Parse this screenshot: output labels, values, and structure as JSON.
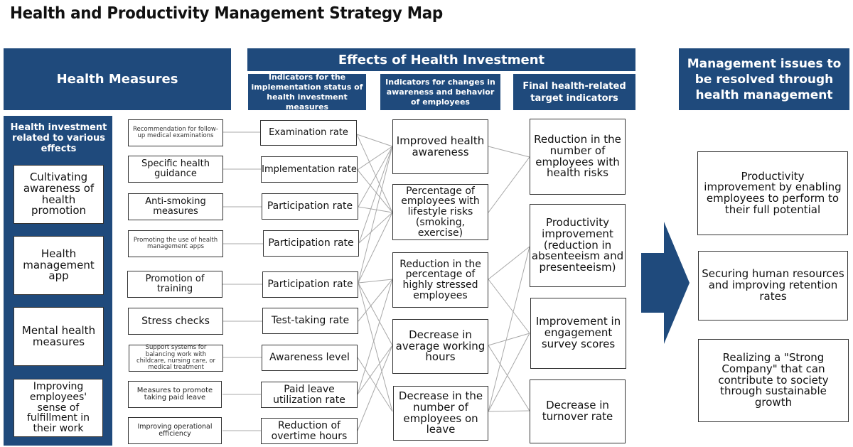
{
  "title": "Health and Productivity Management Strategy Map",
  "headers": {
    "health_measures": "Health Measures",
    "effects": "Effects of Health Investment",
    "implementation_indicators": "Indicators for the implementation status of health investment measures",
    "behavior_indicators": "Indicators for changes in awareness and behavior of employees",
    "final_indicators": "Final health-related target indicators",
    "management_issues": "Management issues to be resolved through health management"
  },
  "sidebar": {
    "title": "Health investment related to various effects",
    "items": [
      "Cultivating awareness of health promotion",
      "Health management app",
      "Mental health measures",
      "Improving employees' sense of fulfillment in their work"
    ]
  },
  "measures": [
    "Recommendation for follow-up medical examinations",
    "Specific health guidance",
    "Anti-smoking measures",
    "Promoting the use of health management apps",
    "Promotion of training",
    "Stress checks",
    "Support systems for balancing work with childcare, nursing care, or medical treatment",
    "Measures to promote taking paid leave",
    "Improving operational efficiency"
  ],
  "implementation_indicators": [
    "Examination rate",
    "Implementation rate",
    "Participation rate",
    "Participation rate",
    "Participation rate",
    "Test-taking rate",
    "Awareness level",
    "Paid leave utilization rate",
    "Reduction of overtime hours"
  ],
  "behavior_indicators": [
    "Improved health awareness",
    "Percentage of employees with lifestyle risks (smoking, exercise)",
    "Reduction in the percentage of highly stressed employees",
    "Decrease in average working hours",
    "Decrease in the number of employees on leave"
  ],
  "final_indicators": [
    "Reduction in the number of employees with health risks",
    "Productivity improvement (reduction in absenteeism and presenteeism)",
    "Improvement in engagement survey scores",
    "Decrease in turnover rate"
  ],
  "management_issues": [
    "Productivity improvement by enabling employees to perform to their full potential",
    "Securing human resources and improving retention rates",
    "Realizing a \"Strong Company\" that can contribute to society through sustainable growth"
  ],
  "connections": {
    "implementation_to_behavior": [
      [
        0,
        0
      ],
      [
        0,
        1
      ],
      [
        1,
        0
      ],
      [
        1,
        1
      ],
      [
        2,
        0
      ],
      [
        2,
        1
      ],
      [
        3,
        0
      ],
      [
        3,
        1
      ],
      [
        4,
        0
      ],
      [
        4,
        1
      ],
      [
        4,
        2
      ],
      [
        4,
        3
      ],
      [
        4,
        4
      ],
      [
        5,
        2
      ],
      [
        6,
        4
      ],
      [
        7,
        3
      ],
      [
        7,
        4
      ],
      [
        8,
        3
      ]
    ],
    "behavior_to_final": [
      [
        0,
        0
      ],
      [
        1,
        0
      ],
      [
        2,
        1
      ],
      [
        2,
        2
      ],
      [
        3,
        2
      ],
      [
        3,
        3
      ],
      [
        4,
        1
      ],
      [
        4,
        2
      ],
      [
        4,
        3
      ]
    ]
  },
  "colors": {
    "navy": "#1f4a7c",
    "line": "#a8a8a8",
    "border": "#333333"
  }
}
